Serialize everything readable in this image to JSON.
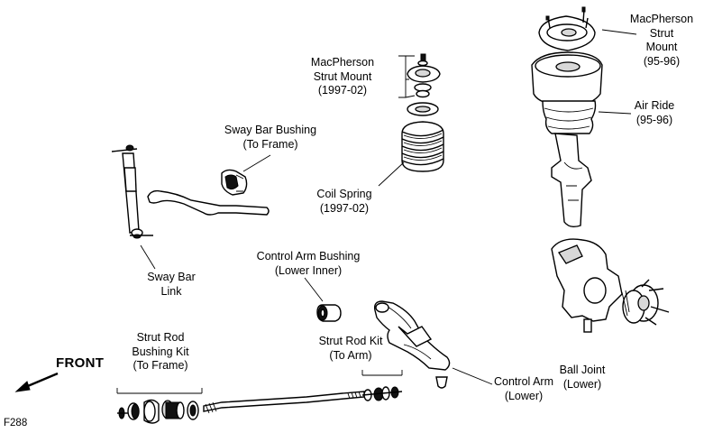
{
  "labels": {
    "macpherson_top_right": [
      "MacPherson",
      "Strut",
      "Mount",
      "(95-96)"
    ],
    "macpherson_center": [
      "MacPherson",
      "Strut Mount",
      "(1997-02)"
    ],
    "air_ride": [
      "Air Ride",
      "(95-96)"
    ],
    "sway_bar_bushing": [
      "Sway Bar Bushing",
      "(To Frame)"
    ],
    "coil_spring": [
      "Coil Spring",
      "(1997-02)"
    ],
    "sway_bar_link": [
      "Sway Bar",
      "Link"
    ],
    "control_arm_bushing": [
      "Control Arm Bushing",
      "(Lower Inner)"
    ],
    "ball_joint": [
      "Ball Joint",
      "(Lower)"
    ],
    "strut_rod_bushing_kit": [
      "Strut Rod",
      "Bushing Kit",
      "(To Frame)"
    ],
    "strut_rod_kit": [
      "Strut Rod Kit",
      "(To Arm)"
    ],
    "control_arm": [
      "Control Arm",
      "(Lower)"
    ],
    "front": "FRONT",
    "figure_code": "F288"
  }
}
